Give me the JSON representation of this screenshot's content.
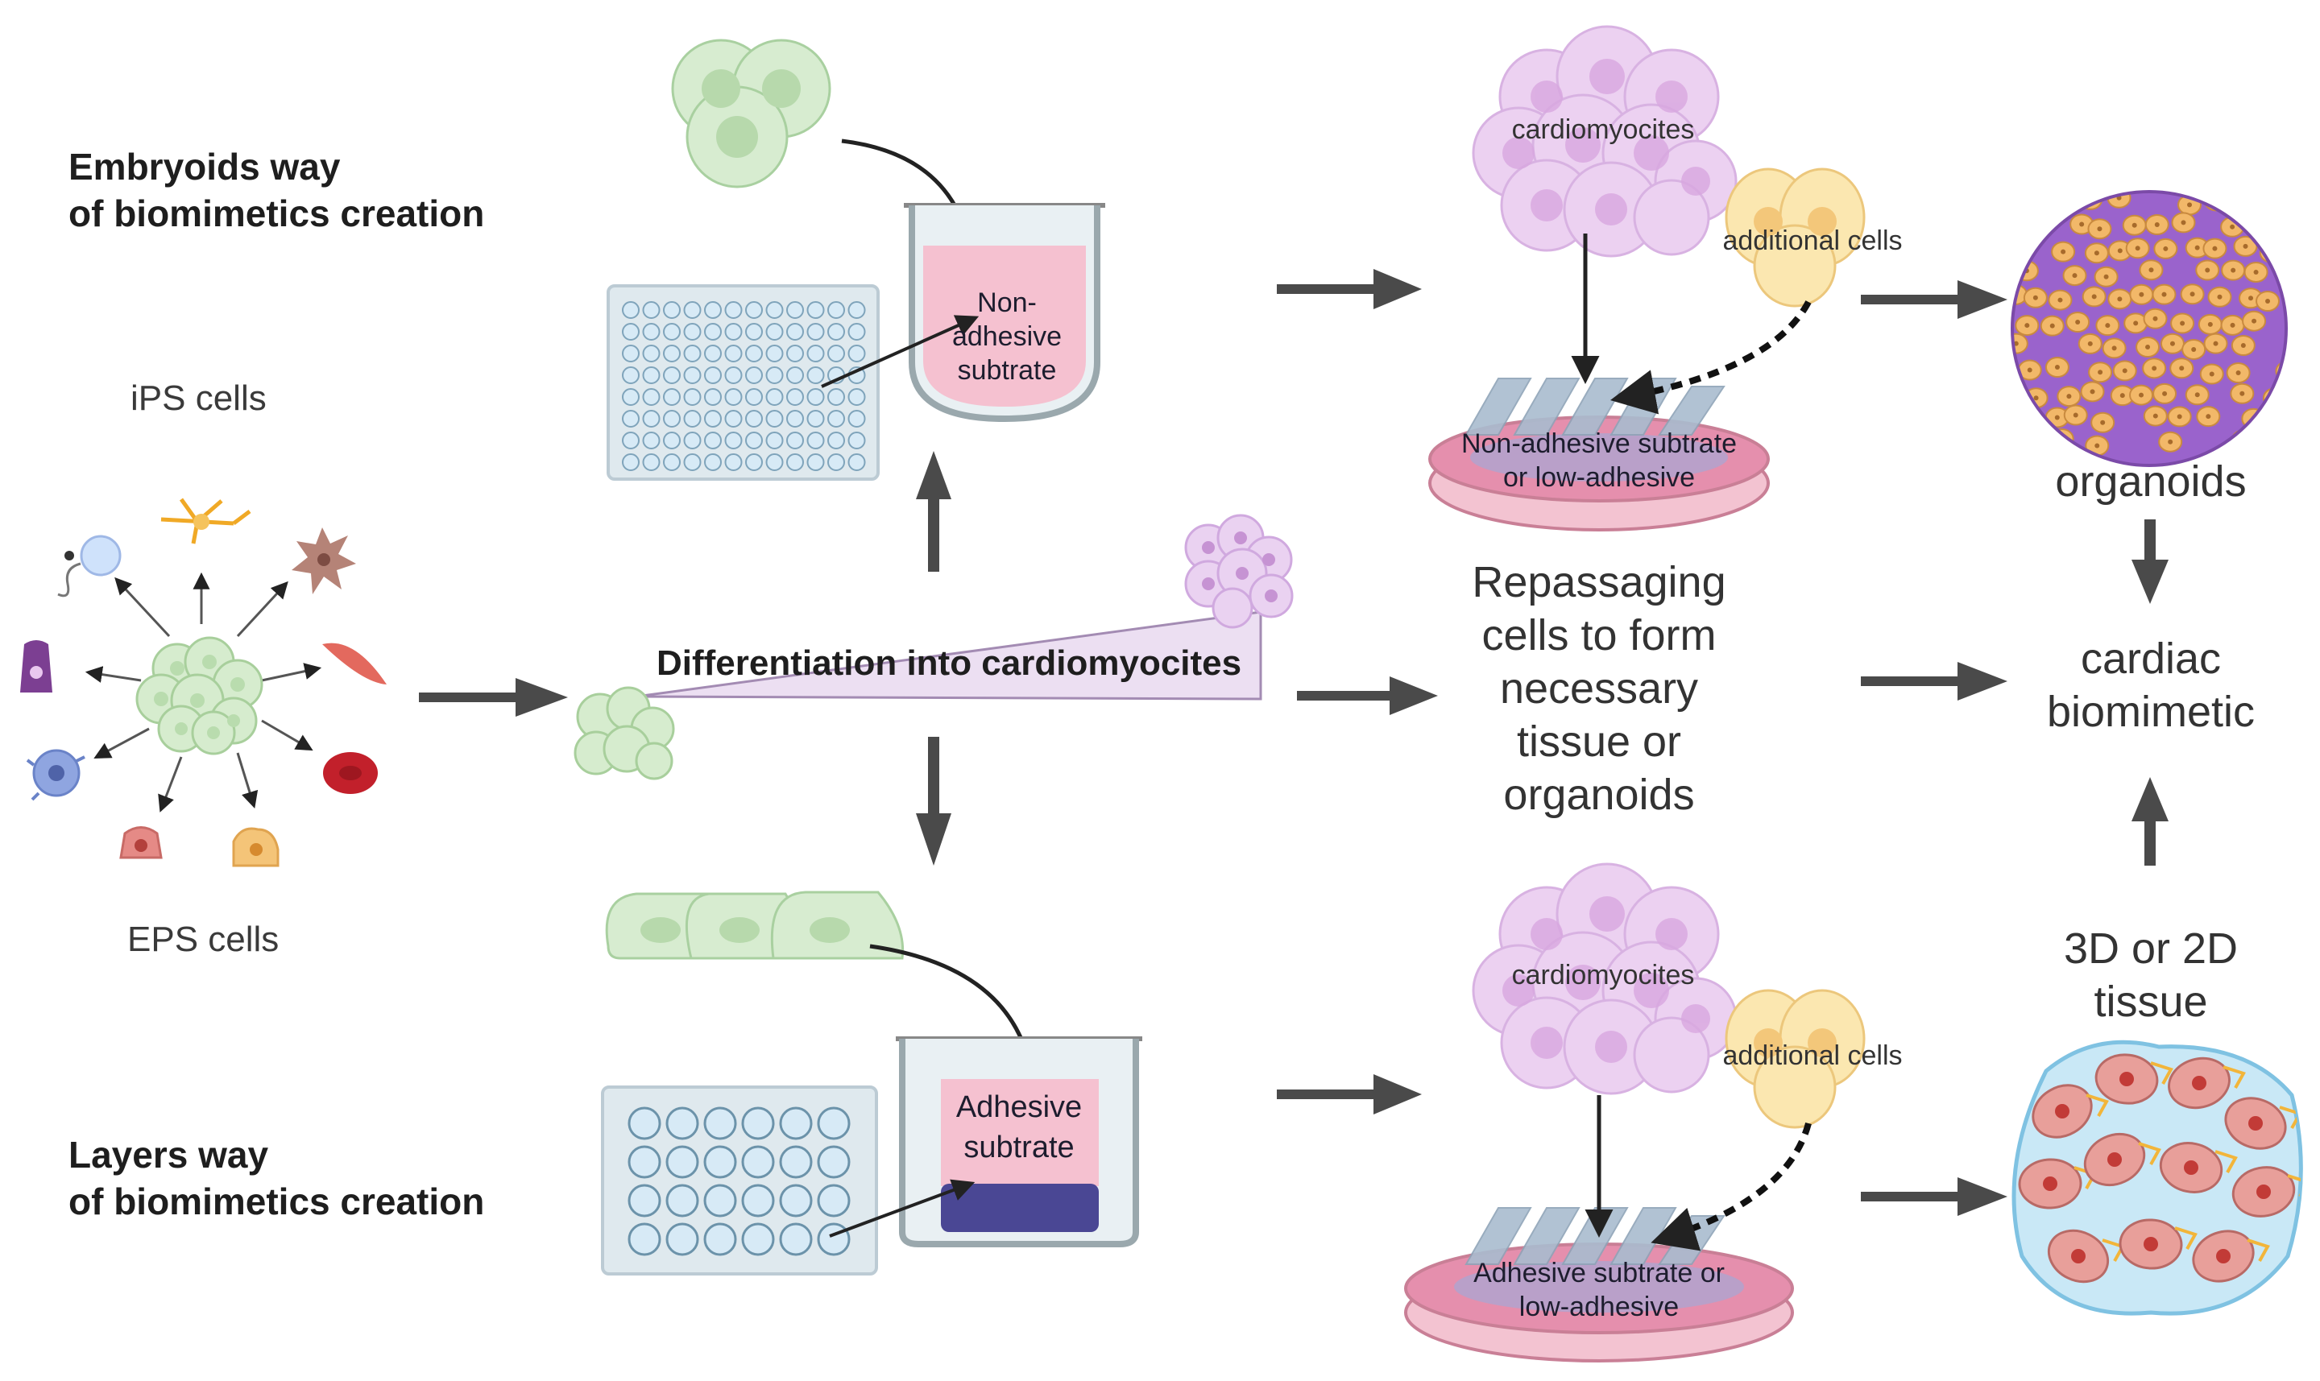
{
  "headings": {
    "embryoids_line1": "Embryoids way",
    "embryoids_line2": "of biomimetics creation",
    "layers_line1": "Layers way",
    "layers_line2": "of biomimetics creation"
  },
  "stem_cells": {
    "ips": "iPS cells",
    "eps": "EPS cells"
  },
  "differentiation": "Differentiation into cardiomyocites",
  "top_well": {
    "line1": "Non-",
    "line2": "adhesive",
    "line3": "subtrate"
  },
  "bottom_well": {
    "line1": "Adhesive",
    "line2": "subtrate"
  },
  "top_cluster": {
    "cardiomyocites": "cardiomyocites",
    "additional": "additional cells",
    "dish_line1": "Non-adhesive subtrate",
    "dish_line2": "or low-adhesive"
  },
  "bottom_cluster": {
    "cardiomyocites": "cardiomyocites",
    "additional": "additional cells",
    "dish_line1": "Adhesive subtrate or",
    "dish_line2": "low-adhesive"
  },
  "repassaging": [
    "Repassaging",
    "cells to form",
    "necessary",
    "tissue or",
    "organoids"
  ],
  "outputs": {
    "organoids": "organoids",
    "cardiac_line1": "cardiac",
    "cardiac_line2": "biomimetic",
    "tissue_line1": "3D or 2D",
    "tissue_line2": "tissue"
  },
  "colors": {
    "cell_green": "#cfe8c6",
    "cell_pink": "#e7c3ea",
    "cell_yellow": "#f8e3a3",
    "medium_pink": "#f6c6d5",
    "substrate_navy": "#4a4794",
    "organoid_purple": "#9a63cc",
    "organoid_orange": "#f0b46a",
    "tissue_blue": "#bfe3f5",
    "tissue_red": "#e69a95",
    "arrow_gray": "#4a4a4a"
  }
}
